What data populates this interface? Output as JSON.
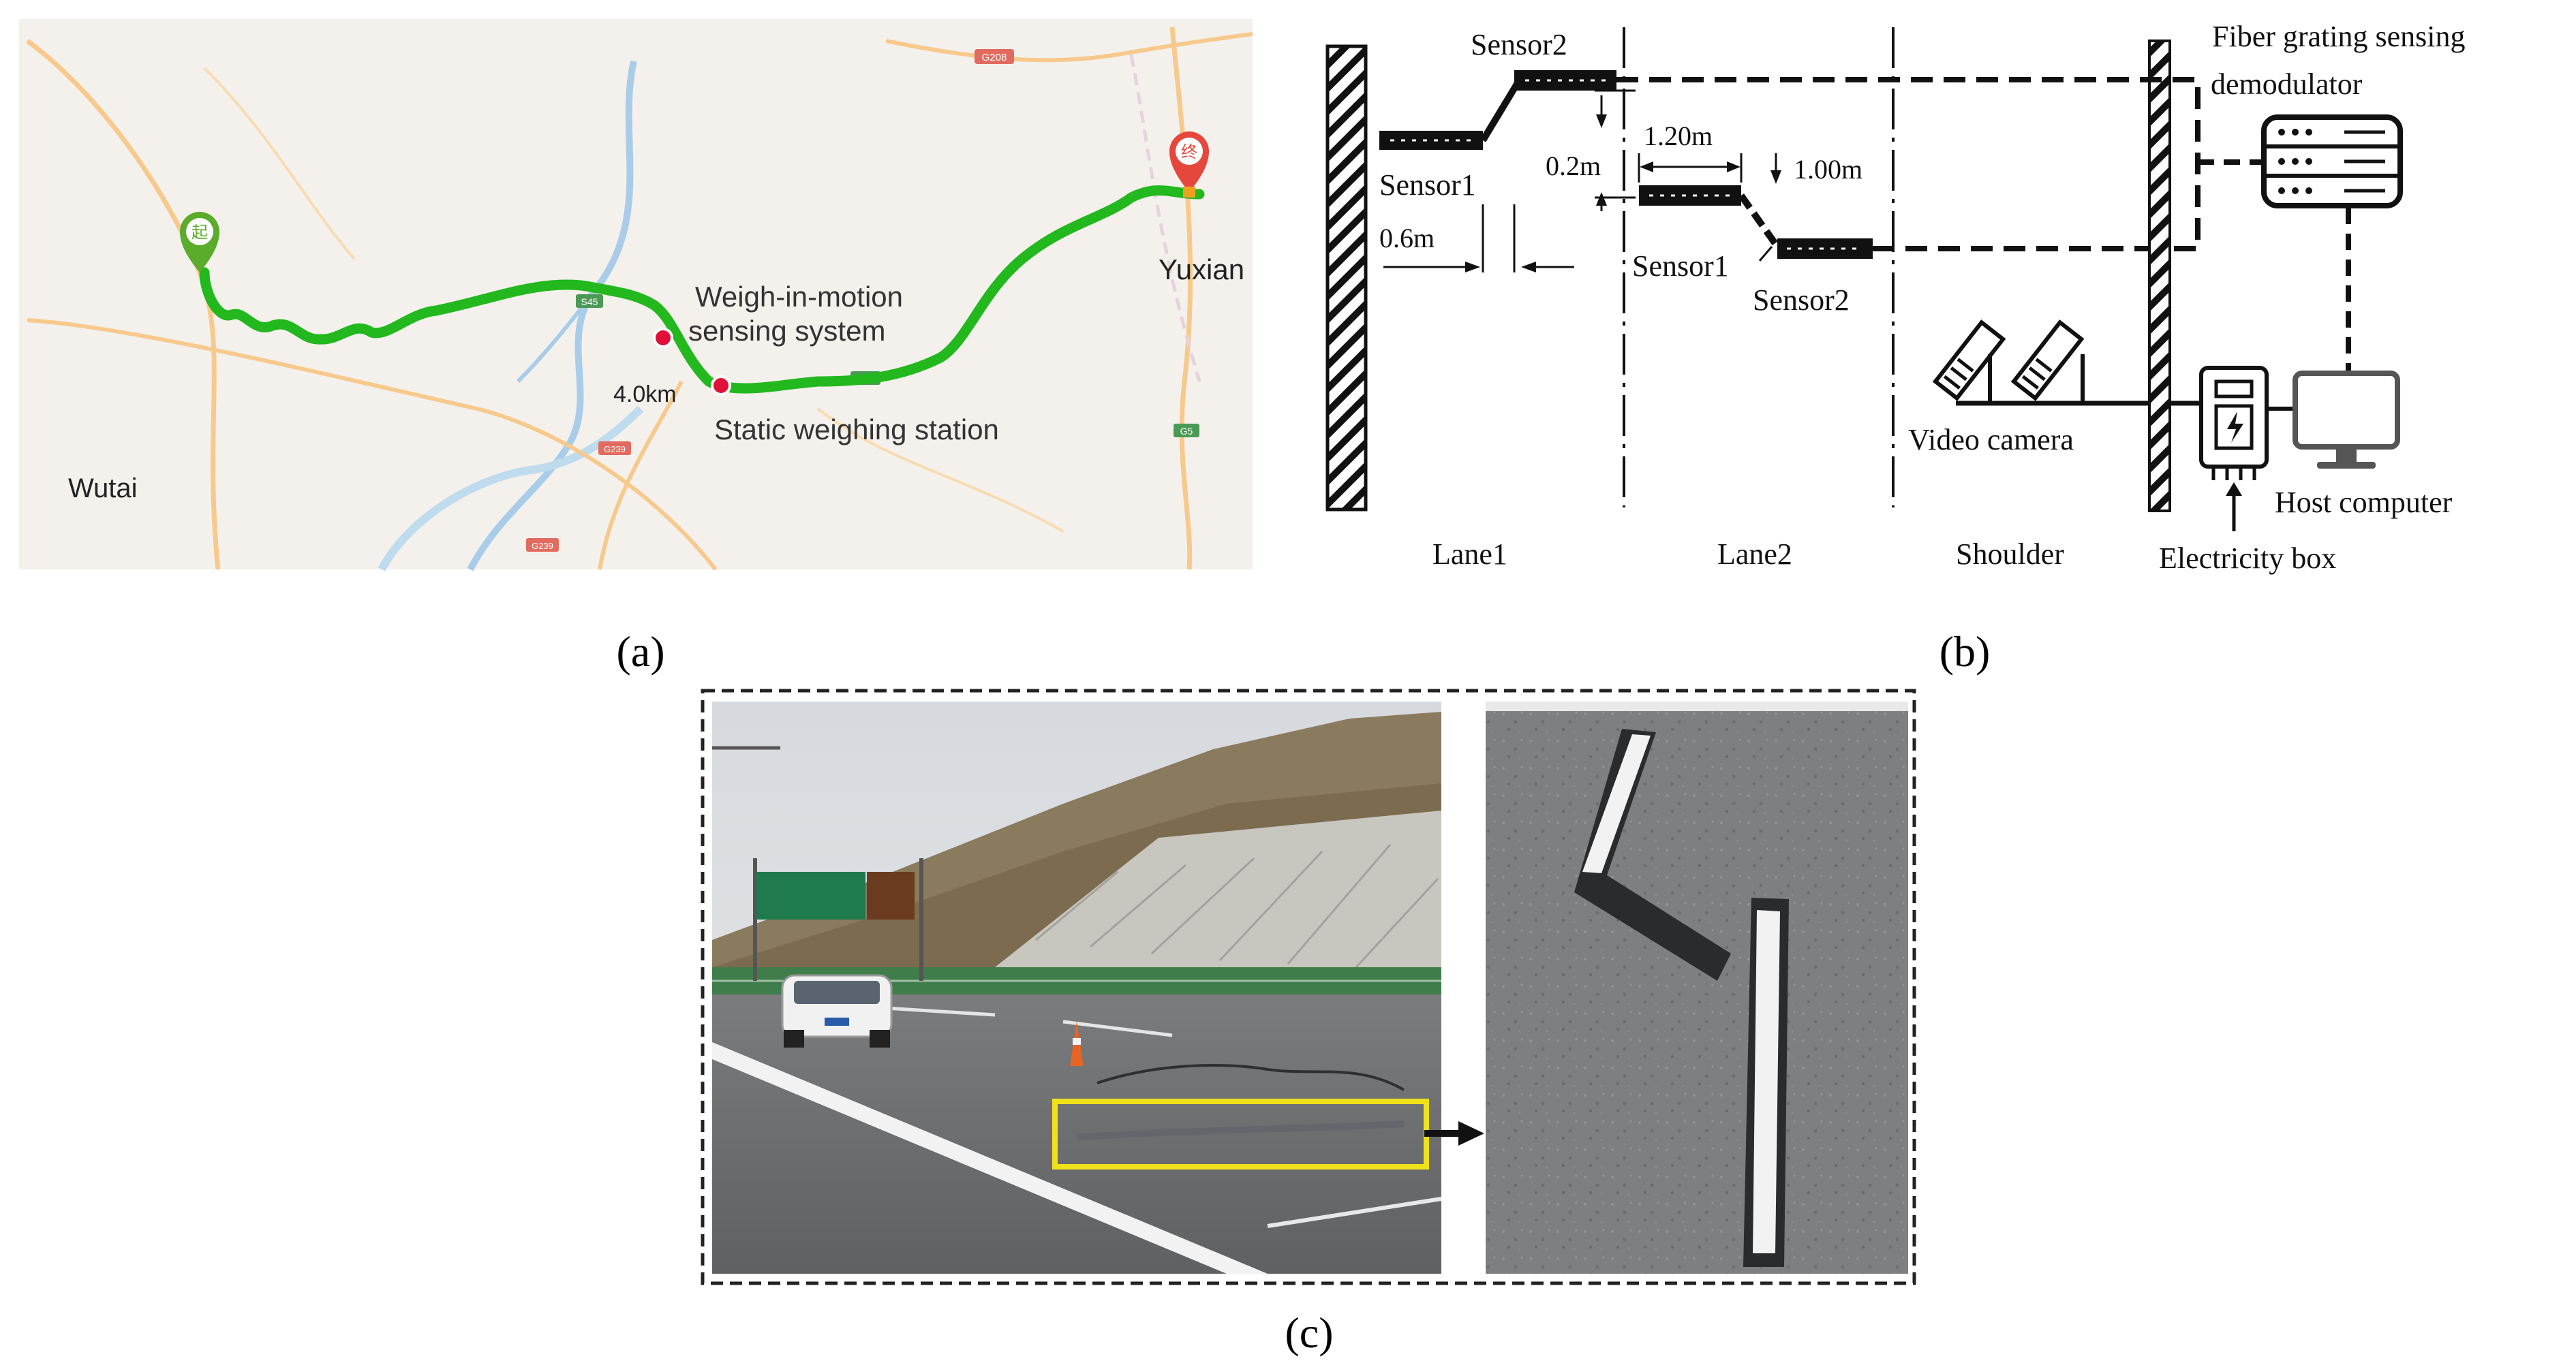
{
  "panel_a": {
    "caption": "(a)",
    "labels": {
      "wutai": "Wutai",
      "yuxian": "Yuxian",
      "wim_line1": "Weigh-in-motion",
      "wim_line2": "sensing system",
      "distance": "4.0km",
      "static_station": "Static weighing station"
    },
    "markers": {
      "start_char": "起",
      "end_char": "终"
    },
    "road_shields": [
      "G208",
      "S45",
      "S45",
      "G239",
      "G239",
      "G5"
    ],
    "colors": {
      "route": "#22b81e",
      "map_bg": "#f4f1ec",
      "river": "#a9cde9",
      "road": "#f7c98c",
      "start": "#5aac2a",
      "end": "#e5473c",
      "poi": "#e0103a"
    }
  },
  "panel_b": {
    "caption": "(b)",
    "labels": {
      "sensor1_lane1": "Sensor1",
      "sensor2_lane1": "Sensor2",
      "sensor1_lane2": "Sensor1",
      "sensor2_lane2": "Sensor2",
      "dim_0_6": "0.6m",
      "dim_1_20": "1.20m",
      "dim_0_2": "0.2m",
      "dim_1_00": "1.00m",
      "fiber_line1": "Fiber grating sensing",
      "fiber_line2": "demodulator",
      "video_camera": "Video camera",
      "host_computer": "Host computer",
      "electricity_box": "Electricity box",
      "lane1": "Lane1",
      "lane2": "Lane2",
      "shoulder": "Shoulder"
    }
  },
  "panel_c": {
    "caption": "(c)",
    "colors": {
      "highlight": "#f0e21a",
      "road": "#6e7072",
      "sky": "#dfe3e6"
    }
  }
}
